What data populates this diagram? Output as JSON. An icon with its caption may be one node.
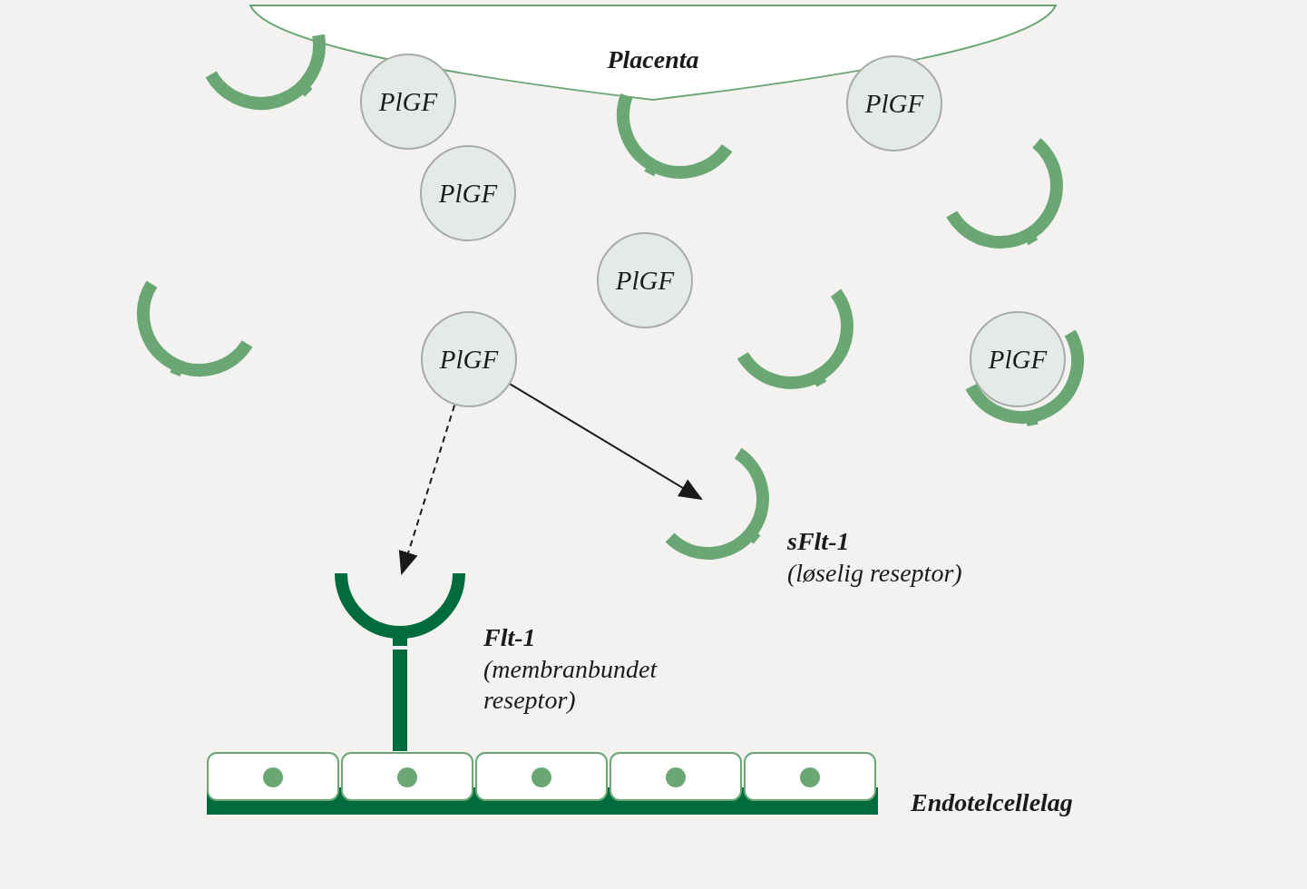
{
  "diagram": {
    "nodes": [
      {
        "text": [
          "Placenta"
        ]
      },
      {
        "text": [],
        "shape": "arc"
      },
      {
        "text": [
          "PlGF"
        ]
      },
      {
        "text": [
          "PlGF"
        ]
      },
      {
        "text": [],
        "shape": "arc"
      },
      {
        "text": [
          "PlGF"
        ]
      },
      {
        "text": [],
        "shape": "arc"
      },
      {
        "text": [
          "PlGF"
        ]
      },
      {
        "text": [],
        "shape": "arc"
      },
      {
        "text": [],
        "shape": "arc"
      },
      {
        "text": [
          "PlGF"
        ]
      },
      {
        "text": [
          "PlGF"
        ]
      },
      {
        "text": [],
        "shape": "arc"
      },
      {
        "text": [],
        "shape": "arc",
        "beside": [
          "sFlt-1",
          "(løselig reseptor)"
        ]
      },
      {
        "text": [],
        "shape": "cup",
        "beside": [
          "Flt-1",
          "(membranbundet reseptor)"
        ]
      },
      {
        "text": [],
        "shape": "band",
        "beside": [
          "Endotelcellelag"
        ]
      }
    ],
    "edges": [
      {
        "from": 10,
        "to": 14,
        "arrow": "to",
        "style": "dashed"
      },
      {
        "from": 10,
        "to": 13,
        "arrow": "to"
      }
    ]
  }
}
